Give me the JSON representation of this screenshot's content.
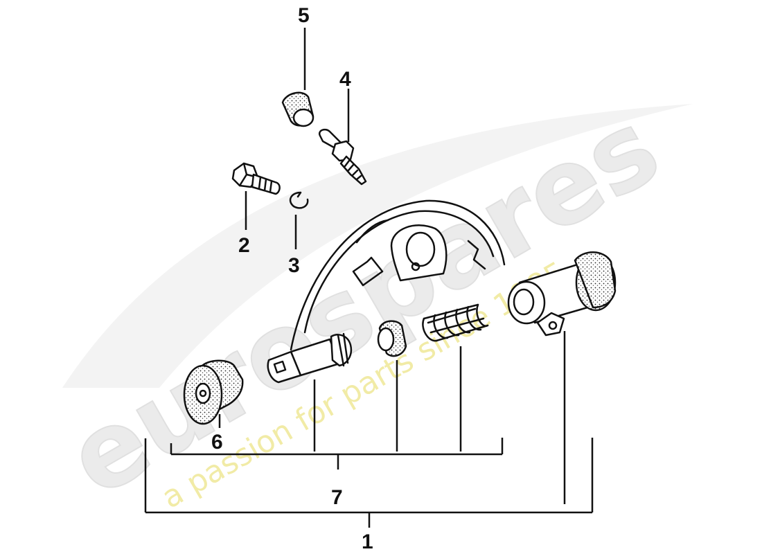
{
  "watermark": {
    "brand": "eurospares",
    "tagline": "a passion for parts since 1985"
  },
  "callouts": {
    "c1": "1",
    "c2": "2",
    "c3": "3",
    "c4": "4",
    "c5": "5",
    "c6": "6",
    "c7": "7"
  },
  "parts": [
    {
      "callout": "1",
      "icon": "wheel-cylinder-assembly"
    },
    {
      "callout": "2",
      "icon": "hex-bolt"
    },
    {
      "callout": "3",
      "icon": "lock-washer"
    },
    {
      "callout": "4",
      "icon": "bleeder-valve"
    },
    {
      "callout": "5",
      "icon": "dust-cap"
    },
    {
      "callout": "6",
      "icon": "boot"
    },
    {
      "callout": "7",
      "icon": "repair-kit"
    }
  ],
  "colors": {
    "ink": "#111111",
    "watermark_gray": "#ebebeb",
    "watermark_yellow": "#f1eba6",
    "background": "#ffffff"
  }
}
